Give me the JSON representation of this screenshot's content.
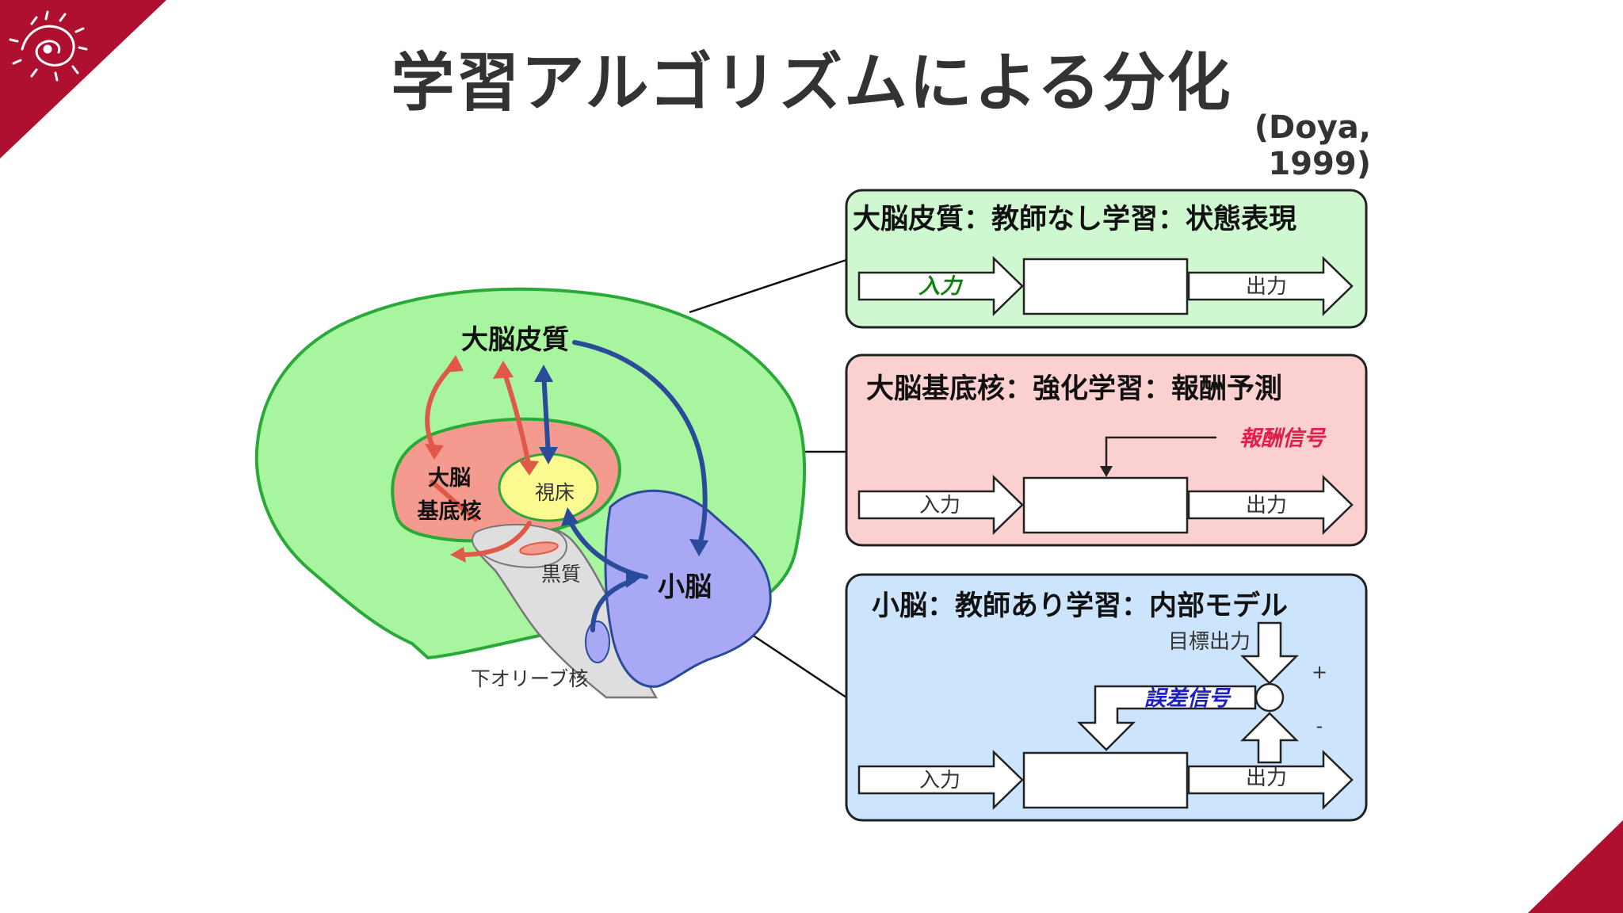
{
  "slide": {
    "title": "学習アルゴリズムによる分化",
    "citation": "(Doya, 1999)"
  },
  "brain": {
    "cortex": "大脳皮質",
    "basal_ganglia_line1": "大脳",
    "basal_ganglia_line2": "基底核",
    "thalamus": "視床",
    "substantia_nigra": "黒質",
    "cerebellum": "小脳",
    "inferior_olive": "下オリーブ核"
  },
  "panels": {
    "cortex": {
      "heading": "大脳皮質：教師なし学習：状態表現",
      "input": "入力",
      "output": "出力"
    },
    "basal_ganglia": {
      "heading": "大脳基底核：強化学習：報酬予測",
      "signal": "報酬信号",
      "input": "入力",
      "output": "出力"
    },
    "cerebellum": {
      "heading": "小脳：教師あり学習：内部モデル",
      "target": "目標出力",
      "error": "誤差信号",
      "plus": "+",
      "minus": "-",
      "input": "入力",
      "output": "出力"
    }
  },
  "colors": {
    "brand_red": "#b01030",
    "cortex_green": "#a8f5a0",
    "cortex_border": "#2aa838",
    "basal_red": "#f59a8e",
    "thalamus_yellow": "#fafa90",
    "cerebellum_blue": "#a8a8f5",
    "brainstem_gray": "#dedede",
    "arrow_red": "#e05848",
    "arrow_blue": "#2a4a9a",
    "panel_green": "#d0f8d0",
    "panel_red": "#fbd0d0",
    "panel_blue": "#cce4fc",
    "input_green_text": "#108010",
    "reward_signal_text": "#e0204a",
    "error_signal_text": "#2020c0"
  }
}
